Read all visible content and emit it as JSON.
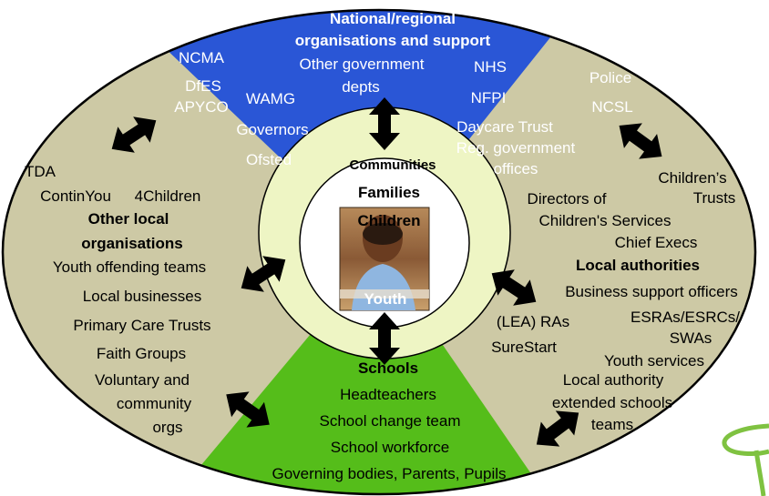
{
  "colors": {
    "tan": "#cdc9a5",
    "blue": "#2a56d6",
    "green": "#55bd1a",
    "inner_ring": "#eef5c4",
    "inner_circle": "#ffffff",
    "outline": "#000000",
    "logo": "#7fc241"
  },
  "national": {
    "title_line1": "National/regional",
    "title_line2": "organisations and support",
    "items": [
      "NCMA",
      "DfES",
      "APYCO",
      "WAMG",
      "Governors",
      "Ofsted",
      "Other government",
      "depts",
      "NHS",
      "NFPI",
      "Police",
      "NCSL",
      "Daycare Trust",
      "Reg. government",
      "offices"
    ]
  },
  "center": {
    "communities": "Communities",
    "families": "Families",
    "children": "Children",
    "youth": "Youth",
    "photo_icon": "child-photo-icon"
  },
  "other_local": {
    "title_line1": "Other local",
    "title_line2": "organisations",
    "items": [
      "TDA",
      "ContinYou",
      "4Children",
      "Youth offending teams",
      "Local businesses",
      "Primary Care Trusts",
      "Faith Groups",
      "Voluntary and",
      "community",
      "orgs"
    ]
  },
  "local_authorities": {
    "title": "Local authorities",
    "items": [
      "Children’s",
      "Trusts",
      "Directors of",
      "Children's Services",
      "Chief Execs",
      "Business support officers",
      "ESRAs/ESRCs/",
      "SWAs",
      "(LEA) RAs",
      "SureStart",
      "Youth services",
      "Local authority",
      "extended schools",
      "teams"
    ]
  },
  "schools": {
    "title": "Schools",
    "items": [
      "Headteachers",
      "School change team",
      "School workforce",
      "Governing bodies, Parents, Pupils"
    ]
  },
  "icons": {
    "arrow": "double-arrow-icon",
    "logo": "swirl-logo-icon"
  }
}
